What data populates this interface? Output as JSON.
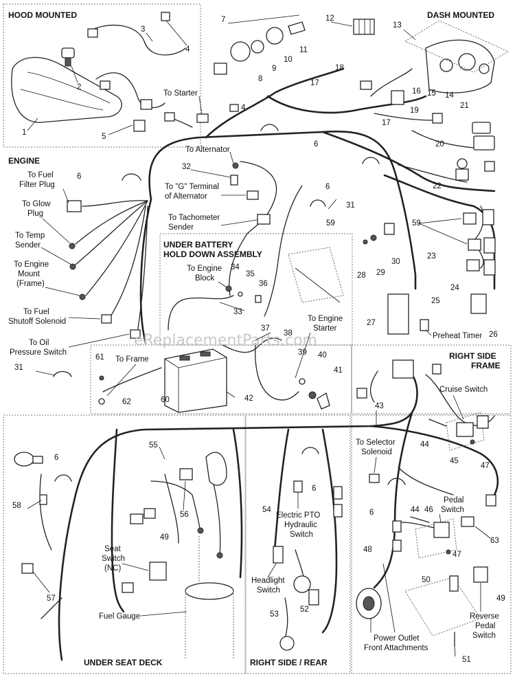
{
  "sections": {
    "hood_mounted": "HOOD MOUNTED",
    "dash_mounted": "DASH MOUNTED",
    "engine": "ENGINE",
    "under_battery": "UNDER BATTERY",
    "hold_down": "HOLD DOWN ASSEMBLY",
    "right_side": "RIGHT SIDE",
    "frame": "FRAME",
    "under_seat_deck": "UNDER SEAT DECK",
    "right_side_rear": "RIGHT SIDE / REAR"
  },
  "labels": {
    "to_starter": "To Starter",
    "to_alternator": "To Alternator",
    "to_g_terminal_1": "To \"G\" Terminal",
    "to_g_terminal_2": "of Alternator",
    "to_tach_1": "To Tachometer",
    "to_tach_2": "Sender",
    "to_fuel_filter_1": "To Fuel",
    "to_fuel_filter_2": "Filter Plug",
    "to_glow_1": "To Glow",
    "to_glow_2": "Plug",
    "to_temp_1": "To Temp",
    "to_temp_2": "Sender",
    "to_engine_mount_1": "To Engine",
    "to_engine_mount_2": "Mount",
    "to_engine_mount_3": "(Frame)",
    "to_fuel_shutoff_1": "To Fuel",
    "to_fuel_shutoff_2": "Shutoff Solenoid",
    "to_oil_1": "To Oil",
    "to_oil_2": "Pressure Switch",
    "to_engine_block_1": "To Engine",
    "to_engine_block_2": "Block",
    "to_frame": "To Frame",
    "to_engine_starter_1": "To Engine",
    "to_engine_starter_2": "Starter",
    "preheat_timer": "Preheat Timer",
    "cruise_switch": "Cruise Switch",
    "to_selector_1": "To Selector",
    "to_selector_2": "Solenoid",
    "electric_pto_1": "Electric PTO",
    "electric_pto_2": "Hydraulic",
    "electric_pto_3": "Switch",
    "pedal_switch_1": "Pedal",
    "pedal_switch_2": "Switch",
    "headlight_switch_1": "Headlight",
    "headlight_switch_2": "Switch",
    "seat_switch_1": "Seat",
    "seat_switch_2": "Switch",
    "seat_switch_3": "(NC)",
    "fuel_gauge": "Fuel Gauge",
    "power_outlet_1": "Power Outlet",
    "power_outlet_2": "Front Attachments",
    "reverse_pedal_1": "Reverse",
    "reverse_pedal_2": "Pedal",
    "reverse_pedal_3": "Switch"
  },
  "watermark": "eReplacementParts.com",
  "callouts": {
    "n1": "1",
    "n2": "2",
    "n3": "3",
    "n4a": "4",
    "n4b": "4",
    "n5": "5",
    "n6a": "6",
    "n6b": "6",
    "n6c": "6",
    "n6d": "6",
    "n6e": "6",
    "n6f": "6",
    "n7": "7",
    "n8": "8",
    "n9": "9",
    "n10": "10",
    "n11": "11",
    "n12": "12",
    "n13": "13",
    "n14": "14",
    "n15": "15",
    "n16": "16",
    "n17a": "17",
    "n17b": "17",
    "n18": "18",
    "n19": "19",
    "n20": "20",
    "n21": "21",
    "n22": "22",
    "n23": "23",
    "n24": "24",
    "n25": "25",
    "n26": "26",
    "n27": "27",
    "n28": "28",
    "n29": "29",
    "n30": "30",
    "n31a": "31",
    "n31b": "31",
    "n32": "32",
    "n33": "33",
    "n34": "34",
    "n35": "35",
    "n36": "36",
    "n37": "37",
    "n38": "38",
    "n39": "39",
    "n40": "40",
    "n41": "41",
    "n42": "42",
    "n43": "43",
    "n44a": "44",
    "n44b": "44",
    "n45": "45",
    "n46": "46",
    "n47a": "47",
    "n47b": "47",
    "n48": "48",
    "n49a": "49",
    "n49b": "49",
    "n50": "50",
    "n51": "51",
    "n52": "52",
    "n53": "53",
    "n54": "54",
    "n55": "55",
    "n56": "56",
    "n57": "57",
    "n58": "58",
    "n59a": "59",
    "n59b": "59",
    "n60": "60",
    "n61": "61",
    "n62": "62",
    "n63": "63"
  }
}
